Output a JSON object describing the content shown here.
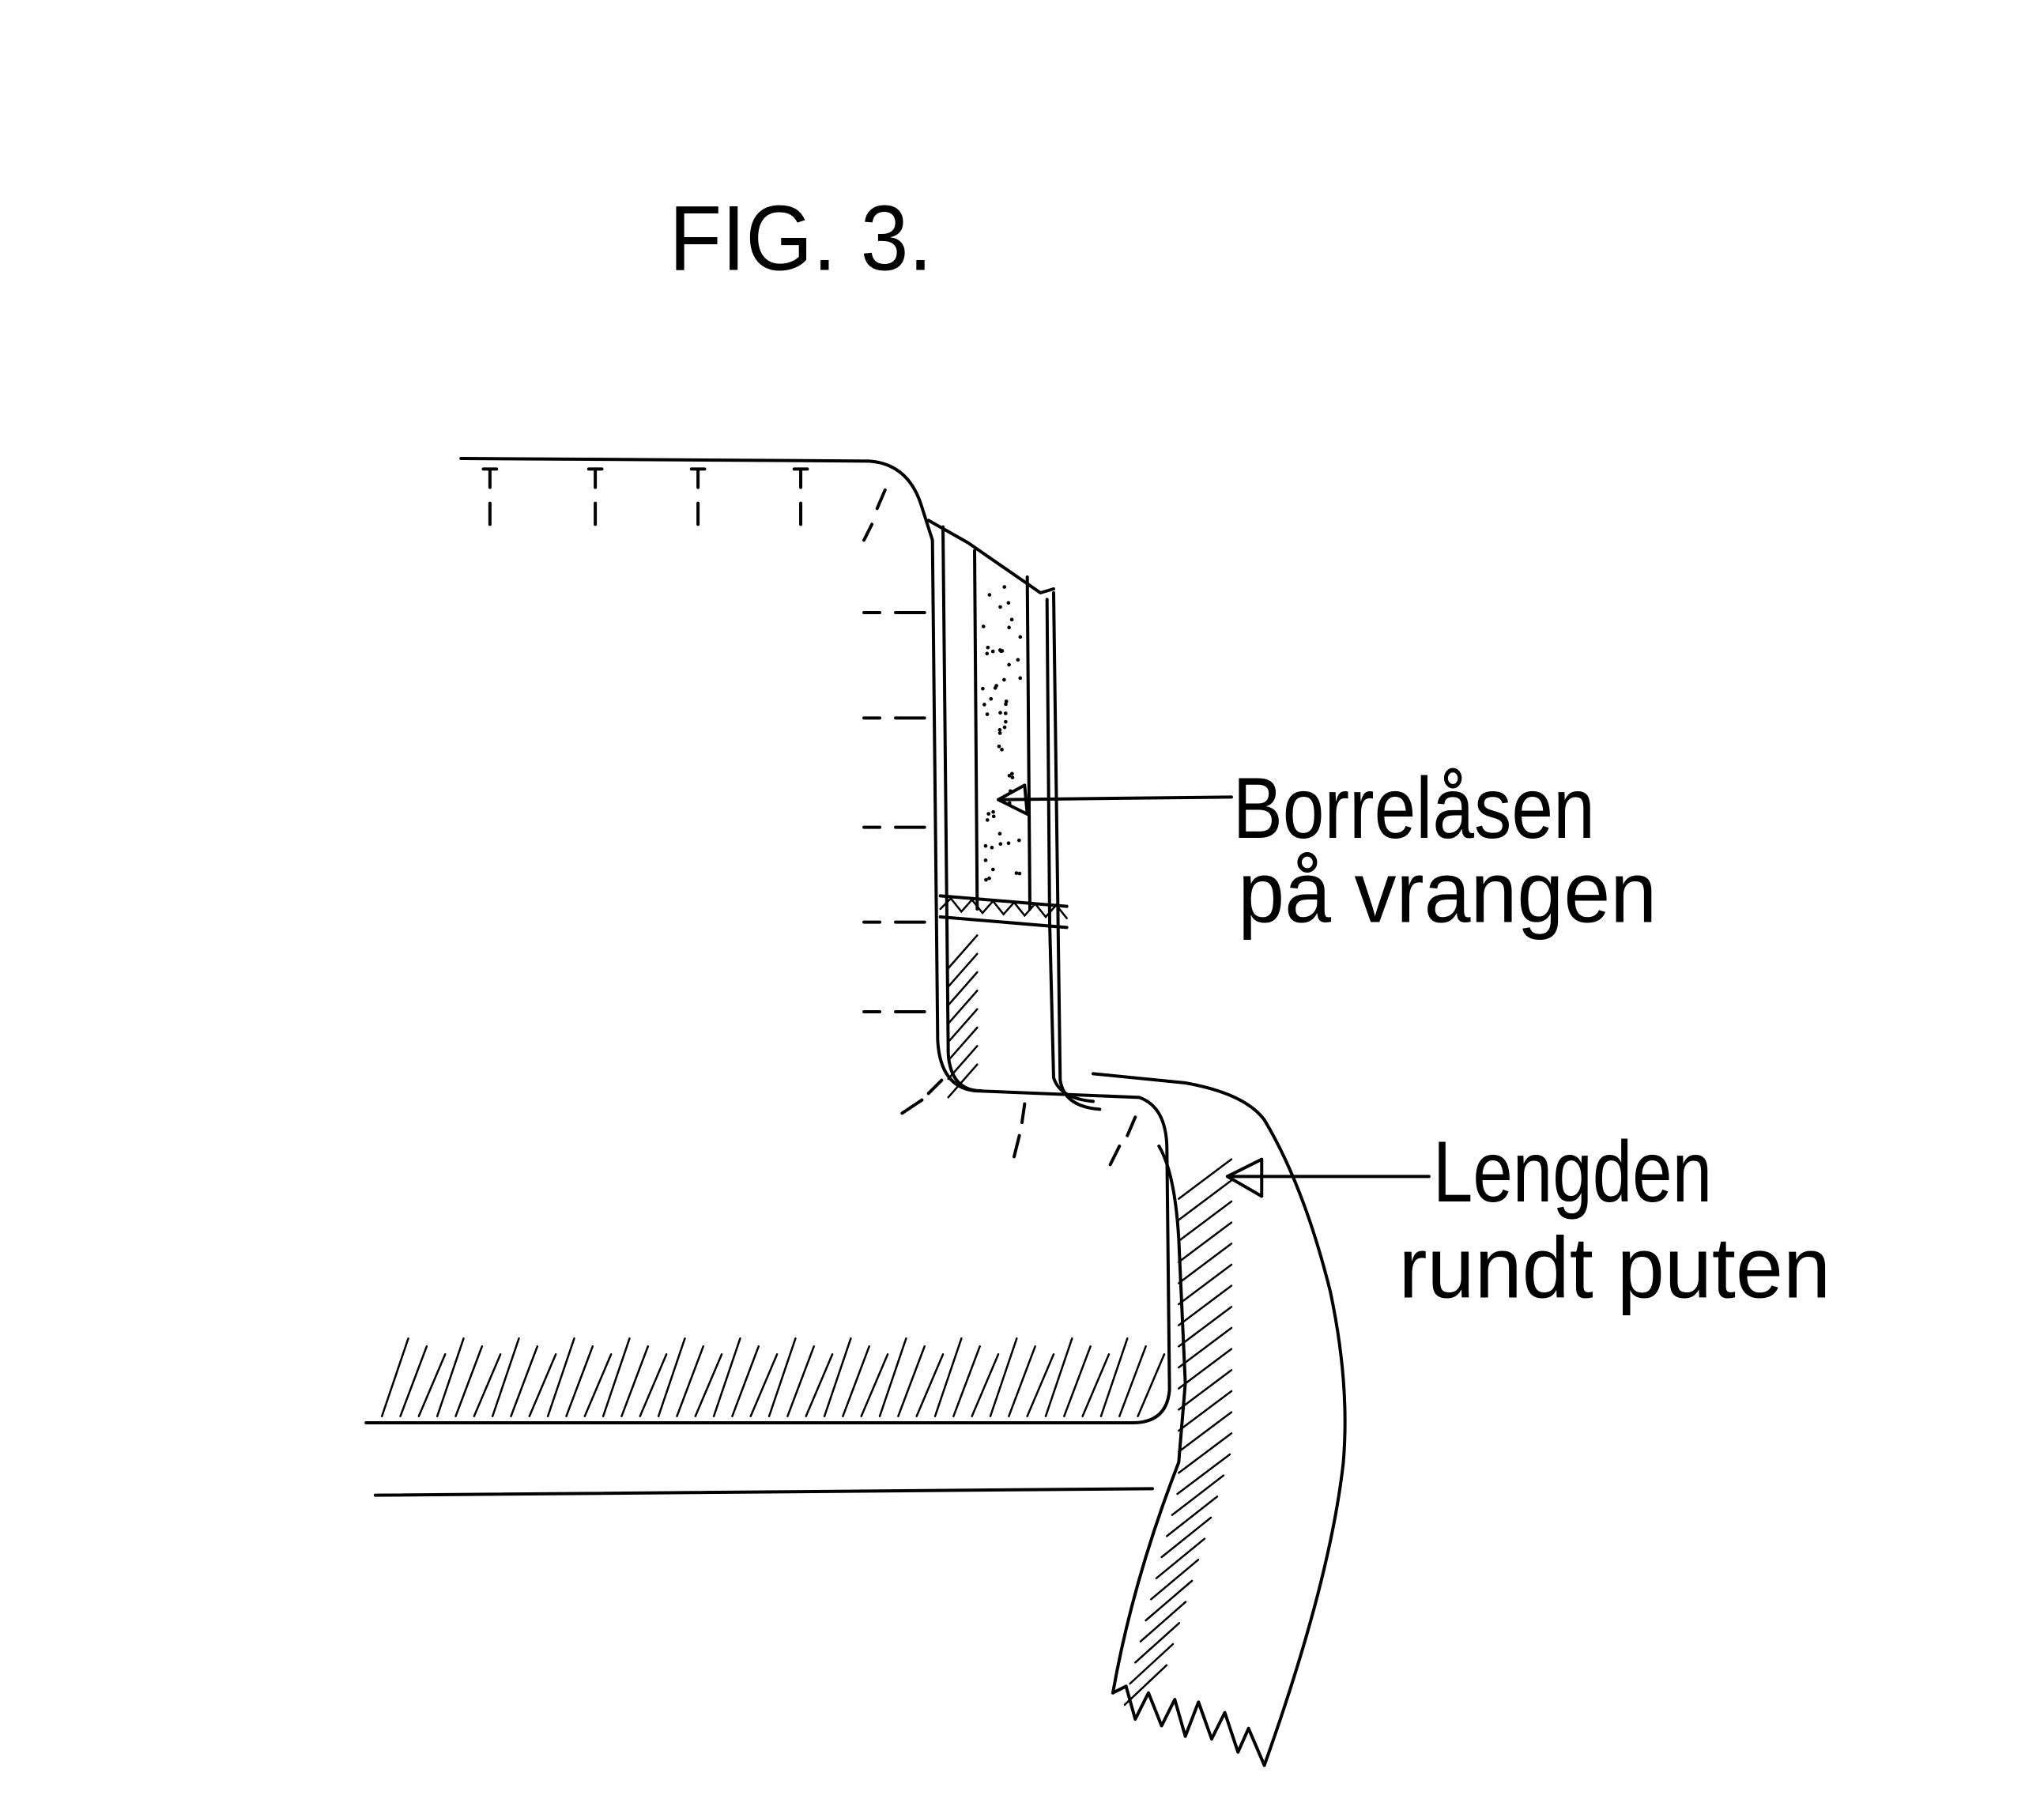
{
  "figure": {
    "title": "FIG. 3.",
    "labels": {
      "velcro_line1": "Borrelåsen",
      "velcro_line2": "på vrangen",
      "length_line1": "Lengden",
      "length_line2": "rundt puten"
    }
  }
}
